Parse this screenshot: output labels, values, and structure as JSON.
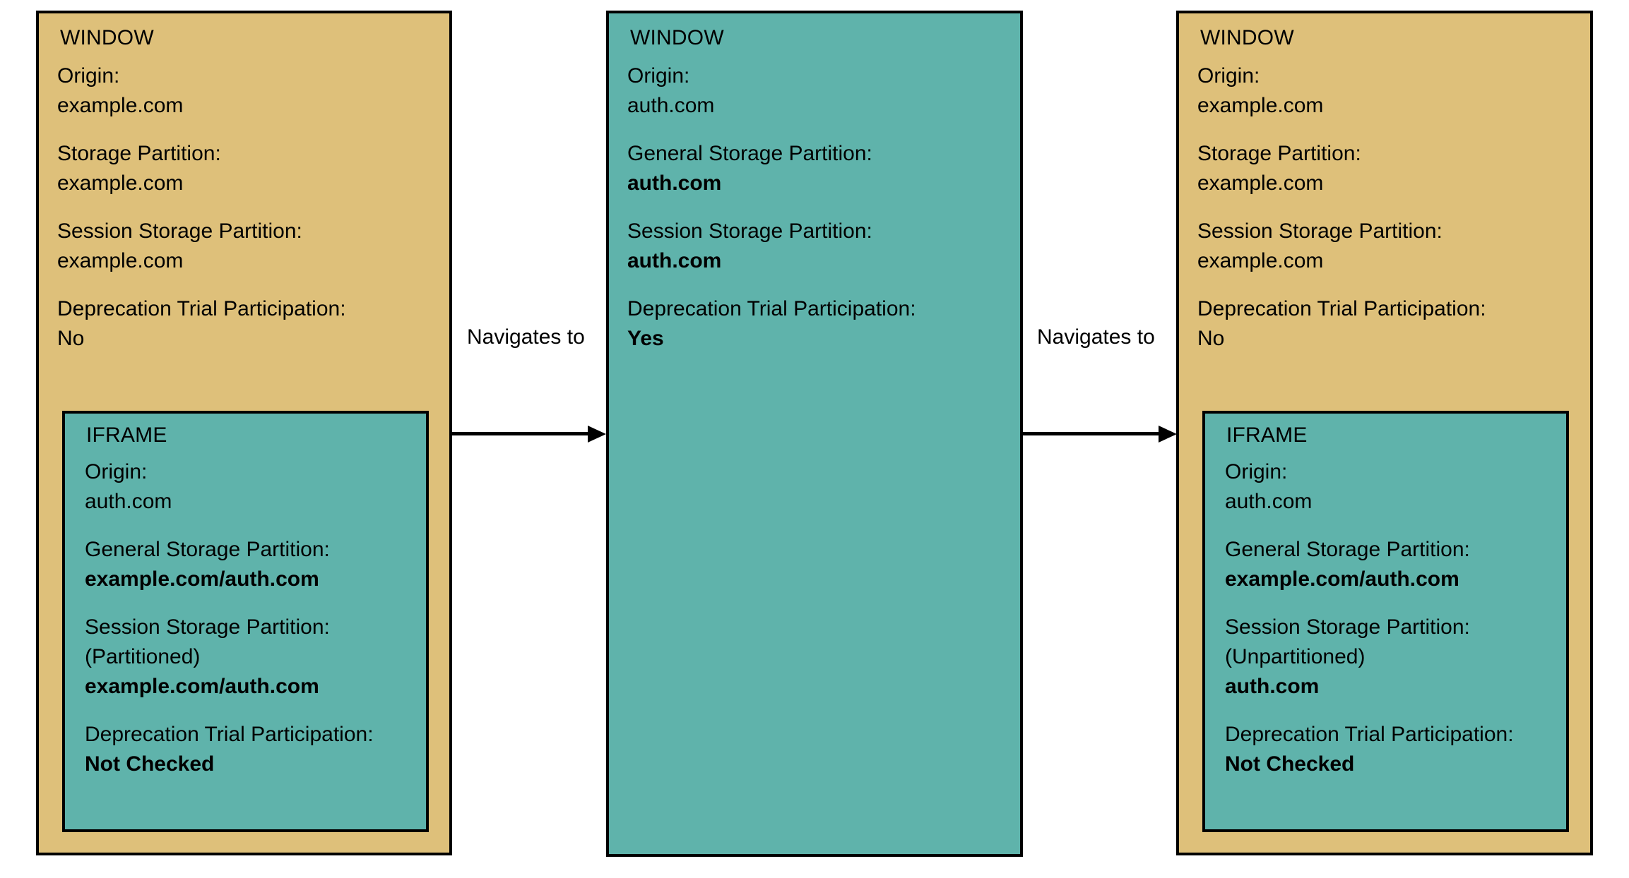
{
  "diagram": {
    "colors": {
      "tan": "#DEC07A",
      "teal": "#5FB3AB",
      "stroke": "#000000",
      "background": "#FFFFFF"
    },
    "panels": [
      {
        "id": "panel-1",
        "title": "WINDOW",
        "fill": "tan",
        "fields": [
          {
            "label": "Origin:",
            "value": "example.com",
            "bold": false
          },
          {
            "label": "Storage Partition:",
            "value": "example.com",
            "bold": false
          },
          {
            "label": "Session Storage Partition:",
            "value": "example.com",
            "bold": false
          },
          {
            "label": "Deprecation Trial Participation:",
            "value": "No",
            "bold": false
          }
        ],
        "iframe": {
          "title": "IFRAME",
          "fill": "teal",
          "fields": [
            {
              "label": "Origin:",
              "value": "auth.com",
              "bold": false
            },
            {
              "label": "General Storage Partition:",
              "value": "example.com/auth.com",
              "bold": true
            },
            {
              "label": "Session Storage Partition:",
              "sublabel": "(Partitioned)",
              "value": "example.com/auth.com",
              "bold": true
            },
            {
              "label": "Deprecation Trial Participation:",
              "value": "Not Checked",
              "bold": true
            }
          ]
        }
      },
      {
        "id": "panel-2",
        "title": "WINDOW",
        "fill": "teal",
        "fields": [
          {
            "label": "Origin:",
            "value": "auth.com",
            "bold": false
          },
          {
            "label": "General Storage Partition:",
            "value": "auth.com",
            "bold": true
          },
          {
            "label": "Session Storage Partition:",
            "value": "auth.com",
            "bold": true
          },
          {
            "label": "Deprecation Trial Participation:",
            "value": "Yes",
            "bold": true
          }
        ],
        "iframe": null
      },
      {
        "id": "panel-3",
        "title": "WINDOW",
        "fill": "tan",
        "fields": [
          {
            "label": "Origin:",
            "value": "example.com",
            "bold": false
          },
          {
            "label": "Storage Partition:",
            "value": "example.com",
            "bold": false
          },
          {
            "label": "Session Storage Partition:",
            "value": "example.com",
            "bold": false
          },
          {
            "label": "Deprecation Trial Participation:",
            "value": "No",
            "bold": false
          }
        ],
        "iframe": {
          "title": "IFRAME",
          "fill": "teal",
          "fields": [
            {
              "label": "Origin:",
              "value": "auth.com",
              "bold": false
            },
            {
              "label": "General Storage Partition:",
              "value": "example.com/auth.com",
              "bold": true
            },
            {
              "label": "Session Storage Partition:",
              "sublabel": "(Unpartitioned)",
              "value": "auth.com",
              "bold": true
            },
            {
              "label": "Deprecation Trial Participation:",
              "value": "Not Checked",
              "bold": true
            }
          ]
        }
      }
    ],
    "arrows": [
      {
        "id": "arrow-1",
        "label": "Navigates to"
      },
      {
        "id": "arrow-2",
        "label": "Navigates to"
      }
    ]
  }
}
